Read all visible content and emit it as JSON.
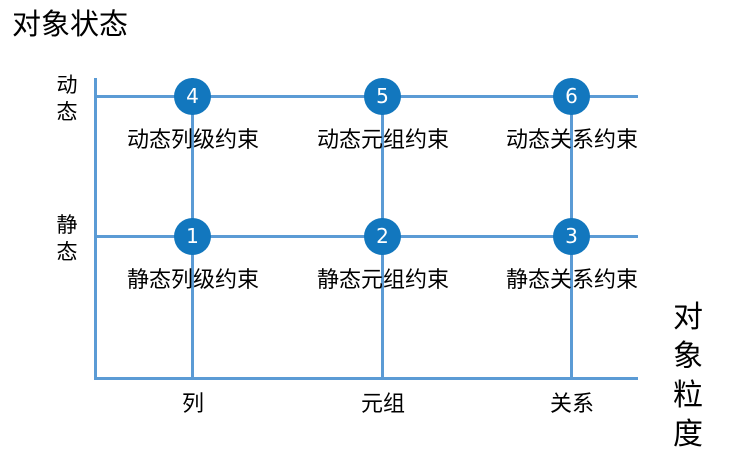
{
  "title": "对象状态",
  "axes": {
    "y_title": "对象状态",
    "x_title": "对象粒度",
    "y_categories": [
      "动态",
      "静态"
    ],
    "x_categories": [
      "列",
      "元组",
      "关系"
    ]
  },
  "colors": {
    "node_fill": "#1277BE",
    "node_text": "#FFFFFF",
    "grid_line": "#5B9BD5",
    "text": "#000000",
    "background": "#FFFFFF"
  },
  "chart_data": {
    "type": "scatter",
    "title": "对象状态",
    "xlabel": "对象粒度",
    "ylabel": "对象状态",
    "x": [
      "列",
      "元组",
      "关系"
    ],
    "y": [
      "静态",
      "动态"
    ],
    "grid": true,
    "legend": "none",
    "points": [
      {
        "id": "1",
        "x": "列",
        "y": "静态",
        "label": "静态列级约束"
      },
      {
        "id": "2",
        "x": "元组",
        "y": "静态",
        "label": "静态元组约束"
      },
      {
        "id": "3",
        "x": "关系",
        "y": "静态",
        "label": "静态关系约束"
      },
      {
        "id": "4",
        "x": "列",
        "y": "动态",
        "label": "动态列级约束"
      },
      {
        "id": "5",
        "x": "元组",
        "y": "动态",
        "label": "动态元组约束"
      },
      {
        "id": "6",
        "x": "关系",
        "y": "动态",
        "label": "动态关系约束"
      }
    ]
  },
  "nodes": {
    "n1": {
      "number": "1",
      "caption": "静态列级约束"
    },
    "n2": {
      "number": "2",
      "caption": "静态元组约束"
    },
    "n3": {
      "number": "3",
      "caption": "静态关系约束"
    },
    "n4": {
      "number": "4",
      "caption": "动态列级约束"
    },
    "n5": {
      "number": "5",
      "caption": "动态元组约束"
    },
    "n6": {
      "number": "6",
      "caption": "动态关系约束"
    }
  }
}
